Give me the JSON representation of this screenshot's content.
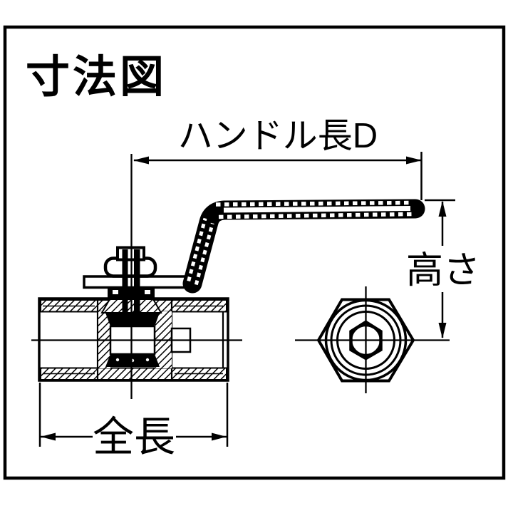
{
  "title": "寸法図",
  "dimensions": {
    "handle_length": {
      "label": "ハンドル長D"
    },
    "overall_length": {
      "label": "全長"
    },
    "height": {
      "label": "高さ"
    }
  },
  "colors": {
    "ink": "#000000",
    "background": "#ffffff"
  }
}
